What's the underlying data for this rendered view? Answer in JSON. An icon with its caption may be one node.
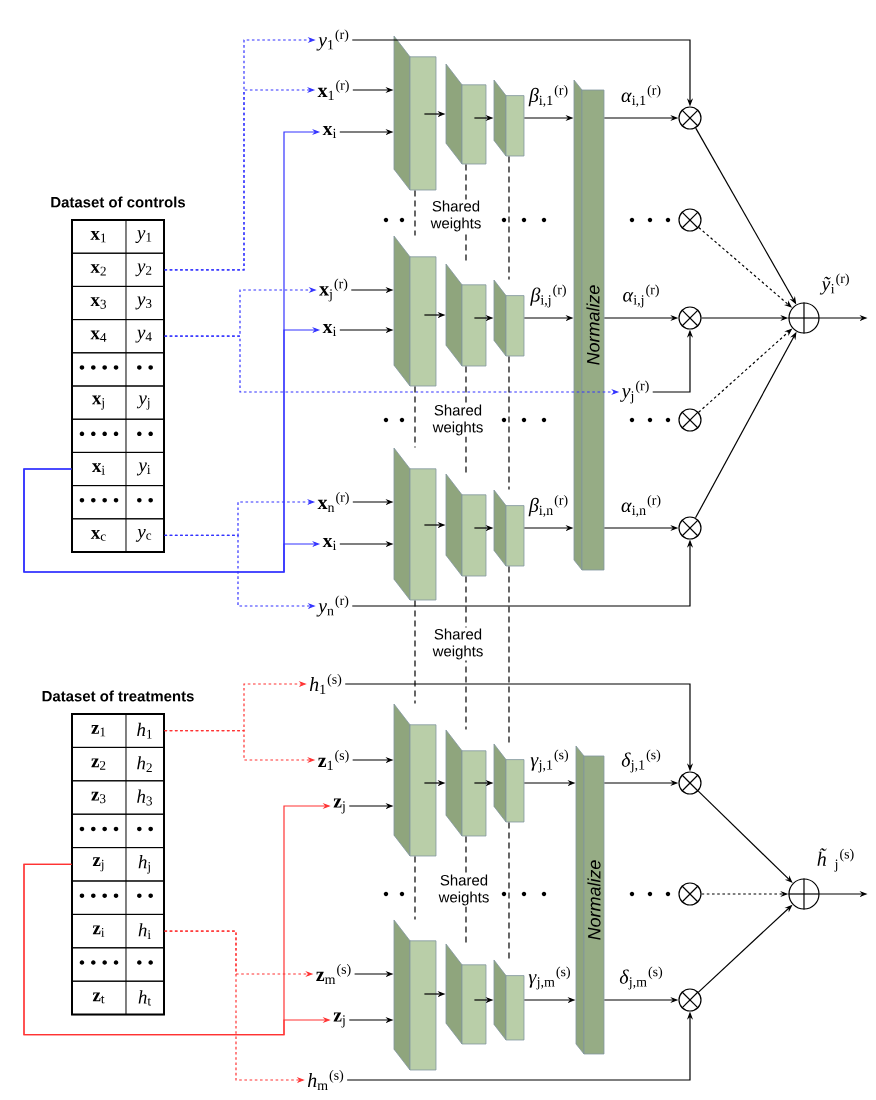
{
  "diagram": {
    "nodes": [
      {
        "text": [
          "Dataset of controls"
        ]
      },
      {
        "text": [
          "**x**$_{1}$",
          "*y*$_{1}$"
        ],
        "in": 0
      },
      {
        "text": [
          "**x**$_{2}$",
          "*y*$_{2}$"
        ],
        "in": 0
      },
      {
        "text": [
          "**x**$_{3}$",
          "*y*$_{3}$"
        ],
        "in": 0
      },
      {
        "text": [
          "**x**$_{4}$",
          "*y*$_{4}$"
        ],
        "in": 0
      },
      {
        "text": [
          "• • • •",
          "• •"
        ],
        "in": 0
      },
      {
        "text": [
          "**x**$_{j}$",
          "*y*$_{j}$"
        ],
        "in": 0
      },
      {
        "text": [
          "• • • •",
          "• •"
        ],
        "in": 0
      },
      {
        "text": [
          "**x**$_{i}$",
          "*y*$_{i}$"
        ],
        "in": 0
      },
      {
        "text": [
          "• • • •",
          "• •"
        ],
        "in": 0
      },
      {
        "text": [
          "**x**$_{c}$",
          "*y*$_{c}$"
        ],
        "in": 0
      },
      {
        "text": [
          "*y*$_{1}$$^{(r)}$"
        ]
      },
      {
        "text": [
          "**x**$_{1}$$^{(r)}$"
        ]
      },
      {
        "text": [
          "**x**$_{i}$"
        ]
      },
      {
        "text": [
          "**x**$_{j}$$^{(r)}$"
        ]
      },
      {
        "text": [
          "**x**$_{i}$"
        ]
      },
      {
        "text": [
          "**x**$_{n}$$^{(r)}$"
        ]
      },
      {
        "text": [
          "**x**$_{i}$"
        ]
      },
      {
        "text": [
          "*y*$_{j}$$^{(r)}$"
        ]
      },
      {
        "text": [
          "*y*$_{n}$$^{(r)}$"
        ]
      },
      {
        "text": [],
        "shape": "box"
      },
      {
        "text": [],
        "shape": "box"
      },
      {
        "text": [],
        "shape": "box"
      },
      {
        "text": [],
        "shape": "box"
      },
      {
        "text": [],
        "shape": "box"
      },
      {
        "text": [],
        "shape": "box"
      },
      {
        "text": [],
        "shape": "box"
      },
      {
        "text": [],
        "shape": "box"
      },
      {
        "text": [],
        "shape": "box"
      },
      {
        "text": [
          "Normalize"
        ]
      },
      {
        "text": [],
        "shape": "circle"
      },
      {
        "text": [],
        "shape": "circle"
      },
      {
        "text": [],
        "shape": "circle"
      },
      {
        "text": [],
        "shape": "circle"
      },
      {
        "text": [],
        "shape": "circle"
      },
      {
        "text": [],
        "shape": "circle"
      },
      {
        "text": [
          "Dataset of treatments"
        ]
      },
      {
        "text": [
          "**z**$_{1}$",
          "*h*$_{1}$"
        ],
        "in": 36
      },
      {
        "text": [
          "**z**$_{2}$",
          "*h*$_{2}$"
        ],
        "in": 36
      },
      {
        "text": [
          "**z**$_{3}$",
          "*h*$_{3}$"
        ],
        "in": 36
      },
      {
        "text": [
          "• • • •",
          "• •"
        ],
        "in": 36
      },
      {
        "text": [
          "**z**$_{j}$",
          "*h*$_{j}$"
        ],
        "in": 36
      },
      {
        "text": [
          "• • • •",
          "• •"
        ],
        "in": 36
      },
      {
        "text": [
          "**z**$_{i}$",
          "*h*$_{i}$"
        ],
        "in": 36
      },
      {
        "text": [
          "• • • •",
          "• •"
        ],
        "in": 36
      },
      {
        "text": [
          "**z**$_{t}$",
          "*h*$_{t}$"
        ],
        "in": 36
      },
      {
        "text": [
          "*h*$_{1}$$^{(s)}$"
        ]
      },
      {
        "text": [
          "**z**$_{1}$$^{(s)}$"
        ]
      },
      {
        "text": [
          "**z**$_{j}$"
        ]
      },
      {
        "text": [
          "**z**$_{m}$$^{(s)}$"
        ]
      },
      {
        "text": [
          "**z**$_{j}$"
        ]
      },
      {
        "text": [
          "*h*$_{m}$$^{(s)}$"
        ]
      },
      {
        "text": [],
        "shape": "box"
      },
      {
        "text": [],
        "shape": "box"
      },
      {
        "text": [],
        "shape": "box"
      },
      {
        "text": [],
        "shape": "box"
      },
      {
        "text": [],
        "shape": "box"
      },
      {
        "text": [],
        "shape": "box"
      },
      {
        "text": [
          "Normalize"
        ]
      },
      {
        "text": [],
        "shape": "circle"
      },
      {
        "text": [],
        "shape": "circle"
      },
      {
        "text": [],
        "shape": "circle"
      },
      {
        "text": [],
        "shape": "circle"
      }
    ],
    "edges": [
      {
        "from": 2,
        "to": 11,
        "arrow": "to",
        "style": "dashed",
        "color": "#3333ff"
      },
      {
        "from": 2,
        "to": 12,
        "arrow": "to",
        "style": "dashed",
        "color": "#3333ff"
      },
      {
        "from": 4,
        "to": 14,
        "arrow": "to",
        "style": "dashed",
        "color": "#3333ff"
      },
      {
        "from": 4,
        "to": 18,
        "arrow": "to",
        "style": "dashed",
        "color": "#3333ff"
      },
      {
        "from": 10,
        "to": 16,
        "arrow": "to",
        "style": "dashed",
        "color": "#3333ff"
      },
      {
        "from": 10,
        "to": 19,
        "arrow": "to",
        "style": "dashed",
        "color": "#3333ff"
      },
      {
        "from": 8,
        "to": 13,
        "arrow": "to",
        "color": "#3333ff"
      },
      {
        "from": 8,
        "to": 15,
        "arrow": "to",
        "color": "#3333ff"
      },
      {
        "from": 8,
        "to": 17,
        "arrow": "to",
        "color": "#3333ff"
      },
      {
        "from": 12,
        "to": 20,
        "arrow": "to"
      },
      {
        "from": 13,
        "to": 20,
        "arrow": "to"
      },
      {
        "from": 20,
        "to": 21,
        "arrow": "to"
      },
      {
        "from": 21,
        "to": 22,
        "arrow": "to"
      },
      {
        "from": 14,
        "to": 23,
        "arrow": "to"
      },
      {
        "from": 15,
        "to": 23,
        "arrow": "to"
      },
      {
        "from": 23,
        "to": 24,
        "arrow": "to"
      },
      {
        "from": 24,
        "to": 25,
        "arrow": "to"
      },
      {
        "from": 16,
        "to": 26,
        "arrow": "to"
      },
      {
        "from": 17,
        "to": 26,
        "arrow": "to"
      },
      {
        "from": 26,
        "to": 27,
        "arrow": "to"
      },
      {
        "from": 27,
        "to": 28,
        "arrow": "to"
      },
      {
        "from": 22,
        "to": 29,
        "arrow": "to",
        "label": "*β*$_{i,1}$$^{(r)}$"
      },
      {
        "from": 25,
        "to": 29,
        "arrow": "to",
        "label": "*β*$_{i,j}$$^{(r)}$"
      },
      {
        "from": 28,
        "to": 29,
        "arrow": "to",
        "label": "*β*$_{i,n}$$^{(r)}$"
      },
      {
        "from": 29,
        "to": 30,
        "arrow": "to",
        "label": "*α*$_{i,1}$$^{(r)}$"
      },
      {
        "from": 29,
        "to": 32,
        "arrow": "to",
        "label": "*α*$_{i,j}$$^{(r)}$"
      },
      {
        "from": 29,
        "to": 34,
        "arrow": "to",
        "label": "*α*$_{i,n}$$^{(r)}$"
      },
      {
        "from": 11,
        "to": 30,
        "arrow": "to"
      },
      {
        "from": 18,
        "to": 32,
        "arrow": "to"
      },
      {
        "from": 19,
        "to": 34,
        "arrow": "to"
      },
      {
        "from": 30,
        "to": 35,
        "arrow": "to"
      },
      {
        "from": 31,
        "to": 35,
        "arrow": "to",
        "style": "dashed"
      },
      {
        "from": 32,
        "to": 35,
        "arrow": "to"
      },
      {
        "from": 33,
        "to": 35,
        "arrow": "to",
        "style": "dashed"
      },
      {
        "from": 34,
        "to": 35,
        "arrow": "to"
      },
      {
        "from": 35,
        "to": null,
        "arrow": "to",
        "label": "*ỹ*$_{i}$$^{(r)}$"
      },
      {
        "from": 37,
        "to": 46,
        "arrow": "to",
        "style": "dashed",
        "color": "#ff3333"
      },
      {
        "from": 37,
        "to": 47,
        "arrow": "to",
        "style": "dashed",
        "color": "#ff3333"
      },
      {
        "from": 43,
        "to": 49,
        "arrow": "to",
        "style": "dashed",
        "color": "#ff3333"
      },
      {
        "from": 43,
        "to": 51,
        "arrow": "to",
        "style": "dashed",
        "color": "#ff3333"
      },
      {
        "from": 41,
        "to": 48,
        "arrow": "to",
        "color": "#ff3333"
      },
      {
        "from": 41,
        "to": 50,
        "arrow": "to",
        "color": "#ff3333"
      },
      {
        "from": 47,
        "to": 52,
        "arrow": "to"
      },
      {
        "from": 48,
        "to": 52,
        "arrow": "to"
      },
      {
        "from": 52,
        "to": 53,
        "arrow": "to"
      },
      {
        "from": 53,
        "to": 54,
        "arrow": "to"
      },
      {
        "from": 49,
        "to": 55,
        "arrow": "to"
      },
      {
        "from": 50,
        "to": 55,
        "arrow": "to"
      },
      {
        "from": 55,
        "to": 56,
        "arrow": "to"
      },
      {
        "from": 56,
        "to": 57,
        "arrow": "to"
      },
      {
        "from": 54,
        "to": 58,
        "arrow": "to",
        "label": "*γ*$_{j,1}$$^{(s)}$"
      },
      {
        "from": 57,
        "to": 58,
        "arrow": "to",
        "label": "*γ*$_{j,m}$$^{(s)}$"
      },
      {
        "from": 58,
        "to": 59,
        "arrow": "to",
        "label": "*δ*$_{j,1}$$^{(s)}$"
      },
      {
        "from": 58,
        "to": 61,
        "arrow": "to",
        "label": "*δ*$_{j,m}$$^{(s)}$"
      },
      {
        "from": 46,
        "to": 59,
        "arrow": "to"
      },
      {
        "from": 51,
        "to": 61,
        "arrow": "to"
      },
      {
        "from": 59,
        "to": 62,
        "arrow": "to"
      },
      {
        "from": 60,
        "to": 62,
        "arrow": "to",
        "style": "dashed"
      },
      {
        "from": 61,
        "to": 62,
        "arrow": "to"
      },
      {
        "from": 62,
        "to": null,
        "arrow": "to",
        "label": "*h̃*$_{j}$$^{(s)}$"
      },
      {
        "from": 20,
        "to": 23,
        "arrow": "none",
        "style": "dashed"
      },
      {
        "from": 23,
        "to": 26,
        "arrow": "none",
        "style": "dashed"
      },
      {
        "from": 26,
        "to": 52,
        "arrow": "none",
        "style": "dashed"
      },
      {
        "from": 52,
        "to": 55,
        "arrow": "none",
        "style": "dashed"
      },
      {
        "from": 21,
        "to": 24,
        "arrow": "none",
        "style": "dashed"
      },
      {
        "from": 24,
        "to": 27,
        "arrow": "none",
        "style": "dashed"
      },
      {
        "from": 27,
        "to": 53,
        "arrow": "none",
        "style": "dashed"
      },
      {
        "from": 53,
        "to": 56,
        "arrow": "none",
        "style": "dashed"
      },
      {
        "from": 22,
        "to": 25,
        "arrow": "none",
        "style": "dashed"
      },
      {
        "from": 25,
        "to": 28,
        "arrow": "none",
        "style": "dashed"
      },
      {
        "from": 28,
        "to": 54,
        "arrow": "none",
        "style": "dashed"
      },
      {
        "from": 54,
        "to": 57,
        "arrow": "none",
        "style": "dashed"
      }
    ],
    "labels": [
      "Shared weights",
      "Shared weights",
      "Shared weights",
      "Shared weights"
    ]
  }
}
